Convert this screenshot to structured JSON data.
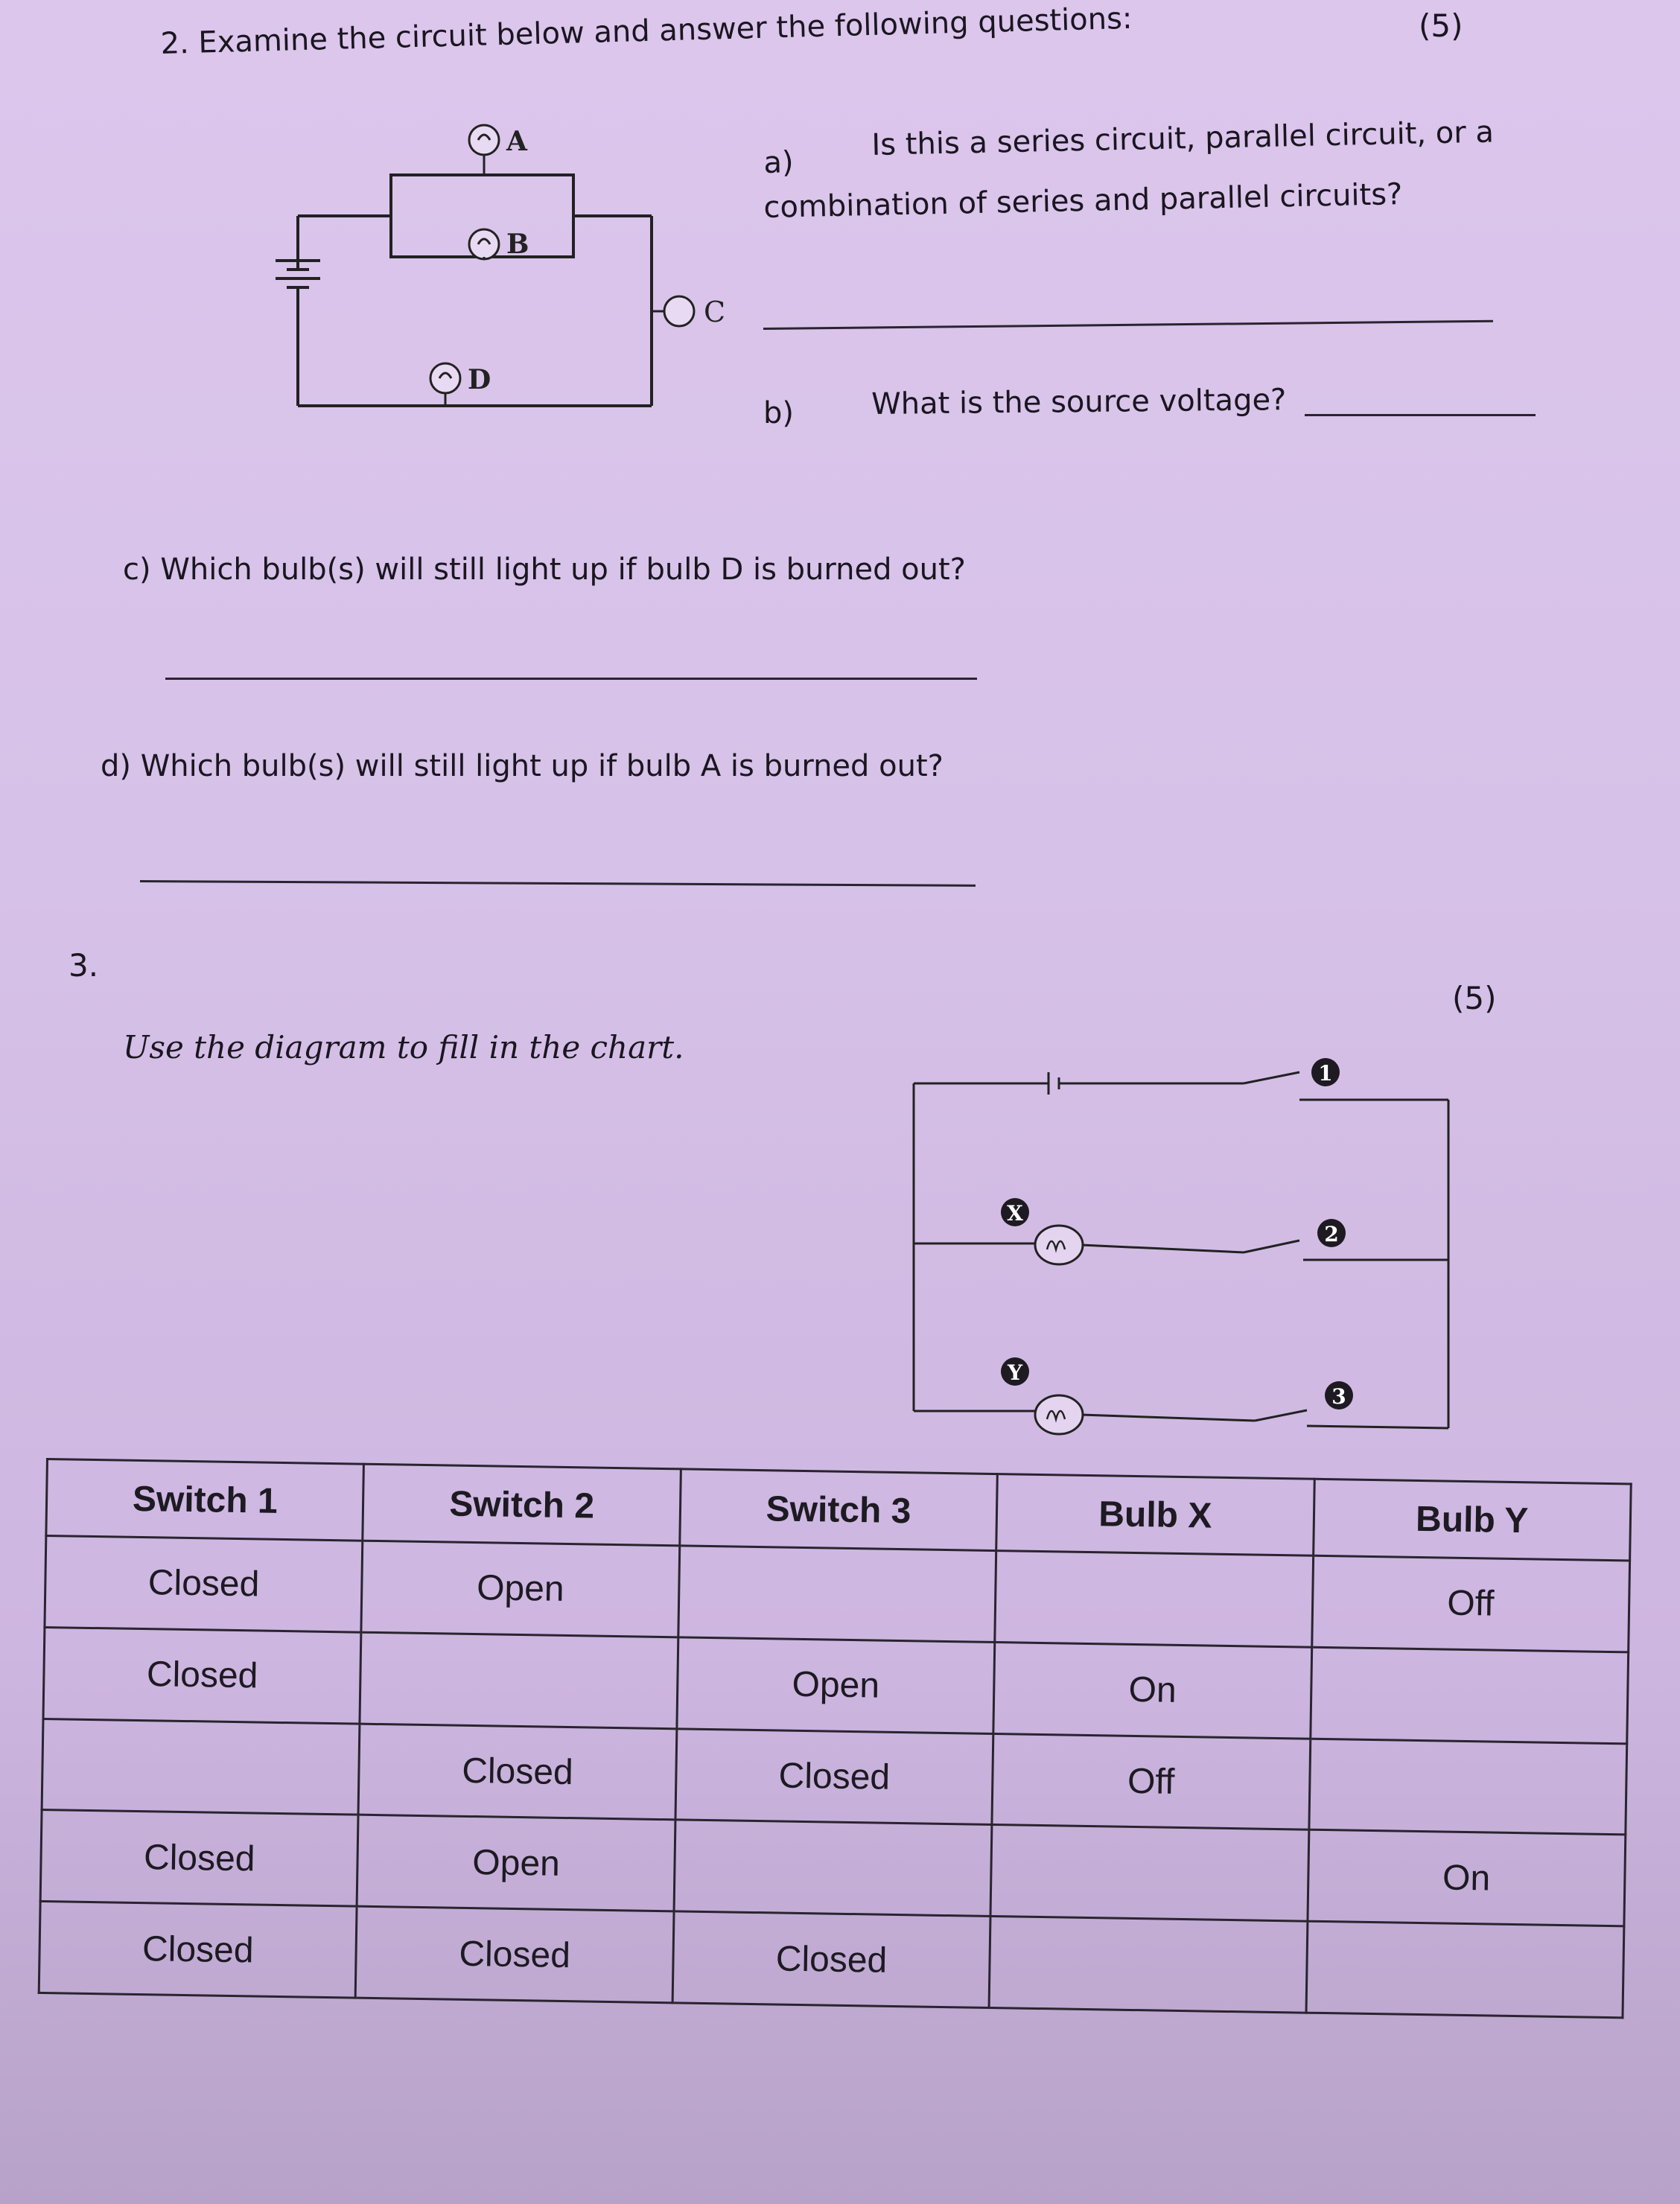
{
  "q2": {
    "header": "2.  Examine the circuit below and answer the following questions:",
    "marks": "(5)",
    "a_label": "a)",
    "a_line1": "Is this a series circuit, parallel circuit, or a",
    "a_line2": "combination of series and parallel circuits?",
    "b_label": "b)",
    "b_text": "What is the source voltage?",
    "c_text": "c)  Which bulb(s) will still light up if bulb D is burned out?",
    "d_text": "d)  Which bulb(s) will still light up if bulb A is burned out?",
    "diagram": {
      "bulb_a": "A",
      "bulb_b": "B",
      "bulb_c": "C",
      "bulb_d": "D"
    }
  },
  "q3": {
    "number": "3.",
    "marks": "(5)",
    "instruction": "Use the diagram to fill in the chart.",
    "diagram": {
      "bulb_x": "X",
      "bulb_y": "Y",
      "switch_1": "1",
      "switch_2": "2",
      "switch_3": "3"
    },
    "table": {
      "headers": [
        "Switch 1",
        "Switch 2",
        "Switch 3",
        "Bulb X",
        "Bulb Y"
      ],
      "rows": [
        [
          "Closed",
          "Open",
          "",
          "",
          "Off"
        ],
        [
          "Closed",
          "",
          "Open",
          "On",
          ""
        ],
        [
          "",
          "Closed",
          "Closed",
          "Off",
          ""
        ],
        [
          "Closed",
          "Open",
          "",
          "",
          "On"
        ],
        [
          "Closed",
          "Closed",
          "Closed",
          "",
          ""
        ]
      ]
    }
  },
  "colors": {
    "paper": "#d8c3ea",
    "ink": "#1a1620"
  }
}
